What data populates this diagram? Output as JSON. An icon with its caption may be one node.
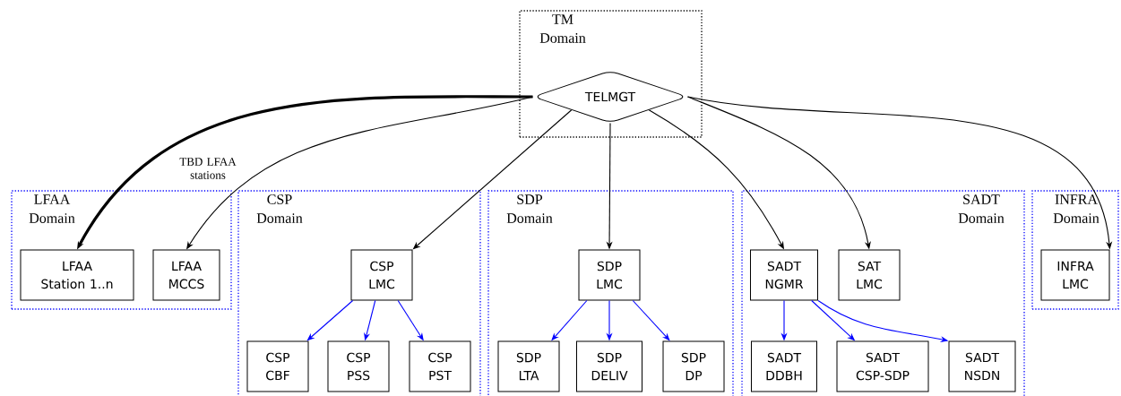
{
  "diagram": {
    "nodes": [
      {
        "text": [
          "TM Domain"
        ]
      },
      {
        "text": [
          "TELMGT"
        ],
        "in": 0
      },
      {
        "text": [
          "LFAA Domain"
        ]
      },
      {
        "text": [
          "LFAA Station 1..n"
        ],
        "in": 2
      },
      {
        "text": [
          "LFAA MCCS"
        ],
        "in": 2
      },
      {
        "text": [
          "CSP Domain"
        ]
      },
      {
        "text": [
          "CSP LMC"
        ],
        "in": 5
      },
      {
        "text": [
          "CSP CBF"
        ],
        "in": 5
      },
      {
        "text": [
          "CSP PSS"
        ],
        "in": 5
      },
      {
        "text": [
          "CSP PST"
        ],
        "in": 5
      },
      {
        "text": [
          "SDP Domain"
        ]
      },
      {
        "text": [
          "SDP LMC"
        ],
        "in": 10
      },
      {
        "text": [
          "SDP LTA"
        ],
        "in": 10
      },
      {
        "text": [
          "SDP DELIV"
        ],
        "in": 10
      },
      {
        "text": [
          "SDP DP"
        ],
        "in": 10
      },
      {
        "text": [
          "SADT Domain"
        ]
      },
      {
        "text": [
          "SADT NGMR"
        ],
        "in": 15
      },
      {
        "text": [
          "SAT LMC"
        ],
        "in": 15
      },
      {
        "text": [
          "SADT DDBH"
        ],
        "in": 15
      },
      {
        "text": [
          "SADT CSP-SDP"
        ],
        "in": 15
      },
      {
        "text": [
          "SADT NSDN"
        ],
        "in": 15
      },
      {
        "text": [
          "INFRA Domain"
        ]
      },
      {
        "text": [
          "INFRA LMC"
        ],
        "in": 21
      }
    ],
    "edges": [
      {
        "from": 1,
        "to": 3,
        "arrow": "to",
        "label": "TBD LFAA stations",
        "style": "thick",
        "color": "#000000"
      },
      {
        "from": 1,
        "to": 4,
        "arrow": "to",
        "color": "#000000"
      },
      {
        "from": 1,
        "to": 6,
        "arrow": "to",
        "color": "#000000"
      },
      {
        "from": 1,
        "to": 11,
        "arrow": "to",
        "color": "#000000"
      },
      {
        "from": 1,
        "to": 16,
        "arrow": "to",
        "color": "#000000"
      },
      {
        "from": 1,
        "to": 17,
        "arrow": "to",
        "color": "#000000"
      },
      {
        "from": 1,
        "to": 22,
        "arrow": "to",
        "color": "#000000"
      },
      {
        "from": 6,
        "to": 7,
        "arrow": "to"
      },
      {
        "from": 6,
        "to": 8,
        "arrow": "to"
      },
      {
        "from": 6,
        "to": 9,
        "arrow": "to"
      },
      {
        "from": 11,
        "to": 12,
        "arrow": "to"
      },
      {
        "from": 11,
        "to": 13,
        "arrow": "to"
      },
      {
        "from": 11,
        "to": 14,
        "arrow": "to"
      },
      {
        "from": 16,
        "to": 18,
        "arrow": "to"
      },
      {
        "from": 16,
        "to": 19,
        "arrow": "to"
      },
      {
        "from": 16,
        "to": 20,
        "arrow": "to"
      }
    ]
  }
}
